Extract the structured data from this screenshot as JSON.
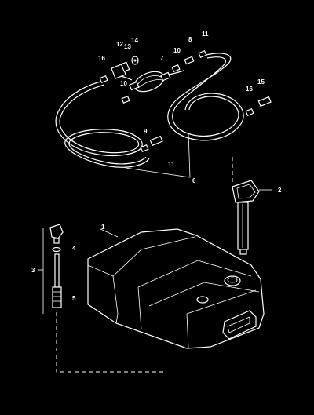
{
  "diagram": {
    "callouts": [
      {
        "id": "c16a",
        "text": "16"
      },
      {
        "id": "c12",
        "text": "12"
      },
      {
        "id": "c13",
        "text": "13"
      },
      {
        "id": "c14",
        "text": "14"
      },
      {
        "id": "c7",
        "text": "7"
      },
      {
        "id": "c10a",
        "text": "10"
      },
      {
        "id": "c8",
        "text": "8"
      },
      {
        "id": "c11a",
        "text": "11"
      },
      {
        "id": "c10b",
        "text": "10"
      },
      {
        "id": "c15",
        "text": "15"
      },
      {
        "id": "c16b",
        "text": "16"
      },
      {
        "id": "c9",
        "text": "9"
      },
      {
        "id": "c11b",
        "text": "11"
      },
      {
        "id": "c6",
        "text": "6"
      },
      {
        "id": "c2",
        "text": "2"
      },
      {
        "id": "c1",
        "text": "1"
      },
      {
        "id": "c4",
        "text": "4"
      },
      {
        "id": "c3",
        "text": "3"
      },
      {
        "id": "c5",
        "text": "5"
      }
    ]
  }
}
